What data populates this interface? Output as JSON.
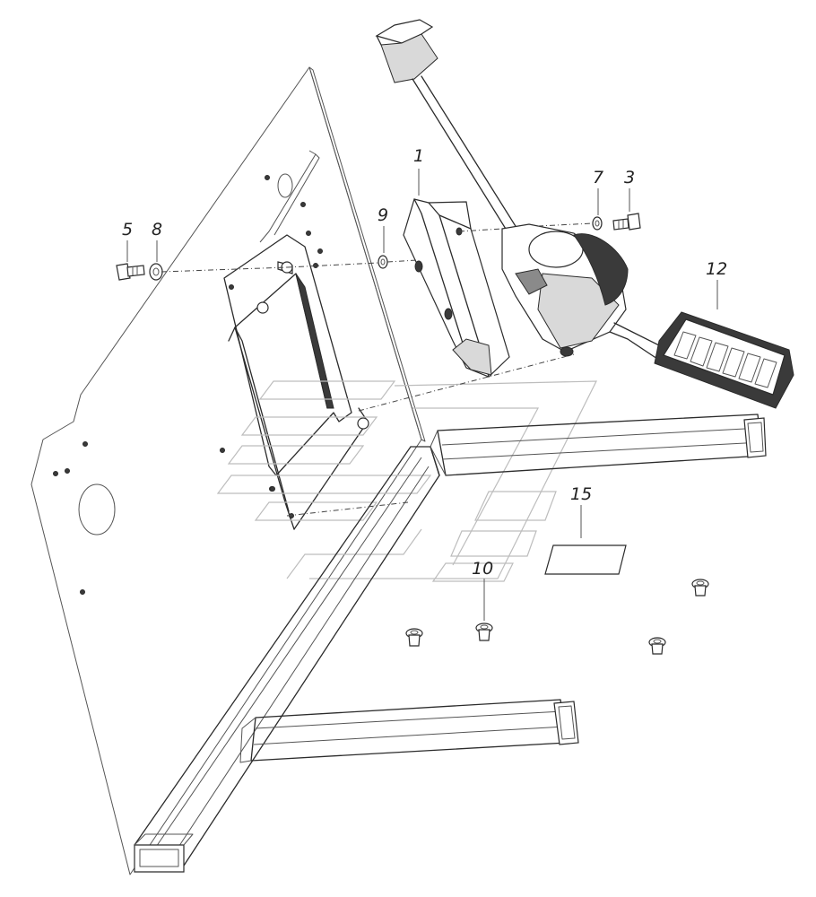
{
  "callouts": {
    "c1": "1",
    "c3": "3",
    "c5": "5",
    "c7": "7",
    "c8": "8",
    "c9": "9",
    "c10": "10",
    "c12": "12",
    "c15": "15"
  }
}
